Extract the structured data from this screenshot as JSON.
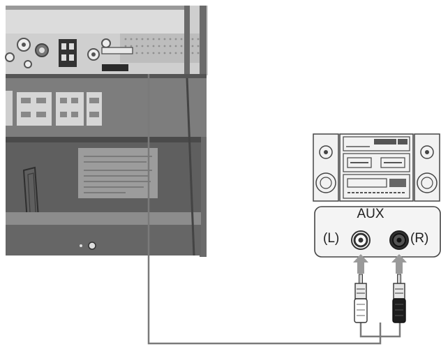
{
  "aux_panel": {
    "title": "AUX",
    "left_label": "(L)",
    "right_label": "(R)"
  },
  "icons": {
    "tv_back": "tv-rear-panel",
    "stereo": "stereo-system-icon",
    "plug_white": "rca-plug-white-icon",
    "plug_black": "rca-plug-black-icon"
  },
  "colors": {
    "panel_dark": "#5c5c5c",
    "panel_mid": "#8a8a8a",
    "panel_light": "#cfcfcf",
    "cable": "#7a7a7a",
    "arrow": "#9a9a9a"
  }
}
